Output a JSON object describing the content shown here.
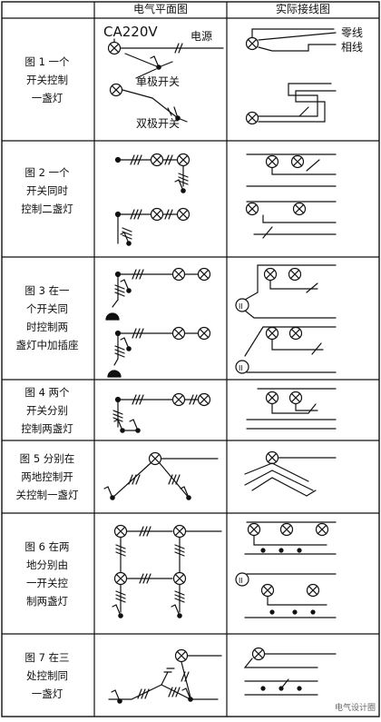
{
  "headers": {
    "plan": "电气平面图",
    "wiring": "实际接线图"
  },
  "rows": [
    {
      "label": "图 1 一个\n开关控制\n一盏灯"
    },
    {
      "label": "图 2 一个\n开关同时\n控制二盏灯"
    },
    {
      "label": "图 3 在一\n个开关同\n时控制两\n盏灯中加插座"
    },
    {
      "label": "图 4 两个\n开关分别\n控制两盏灯"
    },
    {
      "label": "图 5 分别在\n两地控制开\n关控制一盏灯"
    },
    {
      "label": "图 6 在两\n地分别由\n一开关控\n制两盏灯"
    },
    {
      "label": "图 7 在三\n处控制同\n一盏灯"
    }
  ],
  "fig1": {
    "voltage": "CA220V",
    "power": "电源",
    "single_switch": "单极开关",
    "double_switch": "双极开关",
    "neutral": "零线",
    "phase": "相线"
  },
  "socket_mark": "II",
  "watermark": "电气设计圈"
}
